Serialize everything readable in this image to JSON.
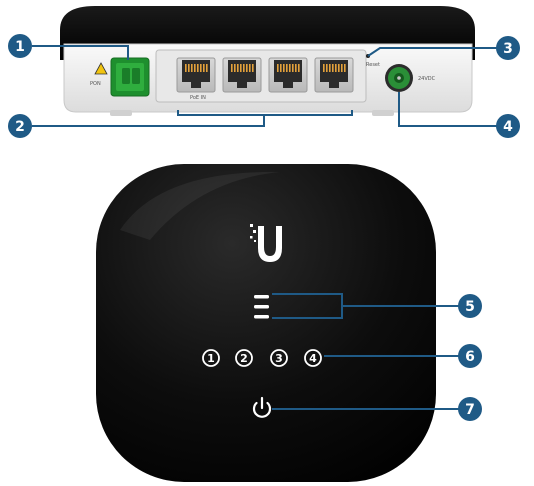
{
  "colors": {
    "callout": "#1f5a86",
    "callout_line": "#1f5a86",
    "device_body": "#0b0b0b",
    "panel": "#f2f2f2",
    "sfp_green": "#2fae3e",
    "port_orange": "#e3a13b",
    "led_white": "#ffffff"
  },
  "callouts": [
    "1",
    "2",
    "3",
    "4",
    "5",
    "6",
    "7"
  ],
  "rear_panel": {
    "pon_label": "PON",
    "lan_label": "PoE IN",
    "reset_label": "Reset",
    "power_label": "24VDC"
  },
  "front": {
    "logo_icon": "ubiquiti-u-logo-icon",
    "port_leds": [
      "1",
      "2",
      "3",
      "4"
    ],
    "power_icon": "power-icon"
  }
}
